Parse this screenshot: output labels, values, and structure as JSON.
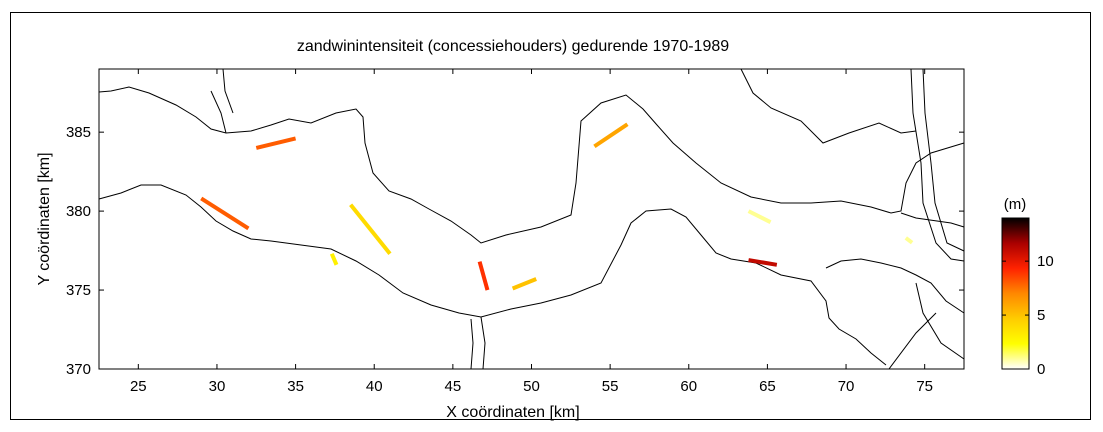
{
  "chart_data": {
    "type": "scatter",
    "title": "zandwinintensiteit (concessiehouders) gedurende 1970-1989",
    "xlabel": "X coördinaten [km]",
    "ylabel": "Y coördinaten [km]",
    "xlim": [
      22.5,
      77.5
    ],
    "ylim": [
      370,
      389
    ],
    "xticks": [
      25,
      30,
      35,
      40,
      45,
      50,
      55,
      60,
      65,
      70,
      75
    ],
    "yticks": [
      370,
      375,
      380,
      385
    ],
    "grid": false,
    "colorbar": {
      "label": "(m)",
      "range": [
        0,
        14
      ],
      "ticks": [
        0,
        5,
        10
      ],
      "colors": [
        "#ffffff",
        "#ffff00",
        "#ffcc00",
        "#ff8800",
        "#ff2200",
        "#aa0000",
        "#000000"
      ]
    },
    "extraction_areas": [
      {
        "x": [
          32.5,
          35.0
        ],
        "y": [
          384.0,
          384.6
        ],
        "value": 8
      },
      {
        "x": [
          29.0,
          32.0
        ],
        "y": [
          380.8,
          378.9
        ],
        "value": 8
      },
      {
        "x": [
          38.5,
          41.0
        ],
        "y": [
          380.4,
          377.3
        ],
        "value": 4
      },
      {
        "x": [
          37.3,
          37.6
        ],
        "y": [
          377.3,
          376.6
        ],
        "value": 3
      },
      {
        "x": [
          46.7,
          47.2
        ],
        "y": [
          376.8,
          375.0
        ],
        "value": 9
      },
      {
        "x": [
          48.8,
          50.3
        ],
        "y": [
          375.1,
          375.7
        ],
        "value": 5
      },
      {
        "x": [
          54.0,
          56.1
        ],
        "y": [
          384.1,
          385.5
        ],
        "value": 6
      },
      {
        "x": [
          63.8,
          65.6
        ],
        "y": [
          376.9,
          376.6
        ],
        "value": 11
      },
      {
        "x": [
          63.8,
          65.2
        ],
        "y": [
          380.0,
          379.3
        ],
        "value": 1
      },
      {
        "x": [
          73.8,
          74.2
        ],
        "y": [
          378.3,
          378.0
        ],
        "value": 1
      }
    ]
  }
}
